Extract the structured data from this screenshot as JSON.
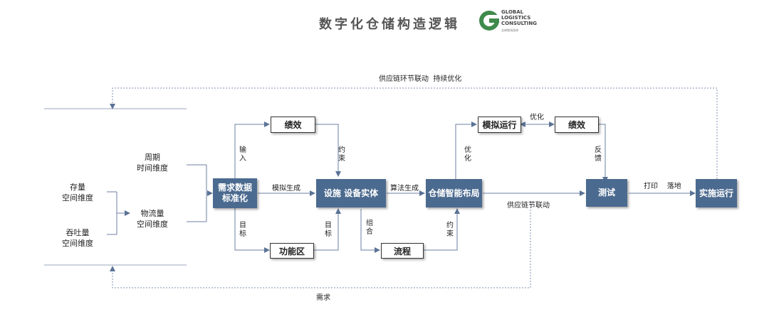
{
  "title": "数字化仓储构造逻辑",
  "logo": {
    "line1": "GLOBAL",
    "line2": "LOGISTICS",
    "line3": "CONSULTING",
    "sub": "全球物流咨询"
  },
  "left": {
    "storage": [
      "存量",
      "空间维度"
    ],
    "throughput": [
      "吞吐量",
      "空间维度"
    ],
    "cycle": [
      "周期",
      "时间维度"
    ],
    "logistics": [
      "物流量",
      "空间维度"
    ]
  },
  "nodes": {
    "demand": [
      "需求数据",
      "标准化"
    ],
    "performance_a": "绩效",
    "function_area": "功能区",
    "facility": "设施  设备实体",
    "process": "流程",
    "layout": "仓储智能布局",
    "simulation": "模拟运行",
    "performance_b": "绩效",
    "test": "测试",
    "implement": "实施运行"
  },
  "edges": {
    "input": "输入",
    "goal_a": "目标",
    "goal_b": "目标",
    "constraint_a": "约束",
    "constraint_b": "约束",
    "combine": "组合",
    "optimize_a": "优化",
    "optimize_b": "优化",
    "feedback": "反馈",
    "simulate_gen": "模拟生成",
    "algo_gen": "算法生成",
    "supply_link": "供应链节联动",
    "print_land": "打印    落地",
    "top_loop": "供应链环节联动  持续优化",
    "bottom_loop": "需求"
  }
}
